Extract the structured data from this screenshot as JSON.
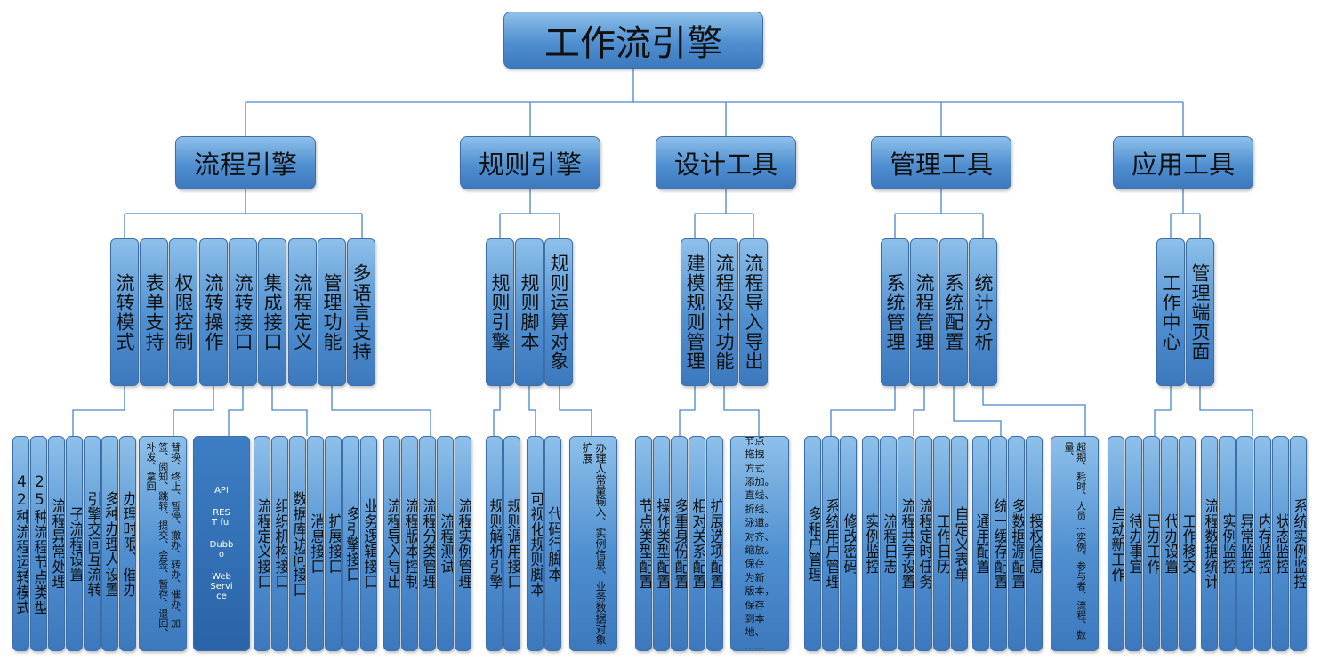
{
  "root": "工作流引擎",
  "categories": [
    "流程引擎",
    "规则引擎",
    "设计工具",
    "管理工具",
    "应用工具"
  ],
  "flow_engine": {
    "modules": [
      "流转模式",
      "表单支持",
      "权限控制",
      "流转操作",
      "流转接口",
      "集成接口",
      "流程定义",
      "管理功能",
      "多语言支持"
    ],
    "transfer_mode_items": [
      "42种流程运转模式",
      "25种流程节点类型",
      "流程异常处理",
      "子流程设置",
      "引擎交间互流转",
      "多种办理人设置",
      "办理时限、催办"
    ],
    "transfer_ops_desc": "替换、终止、暂停、撤办、转办、催办、加签、阅知、跳转、提交、会签、暂存、退回、补发、拿回",
    "api_items": [
      "API",
      "RES\nT ful",
      "Dubb\no",
      "Web\nServi\nce"
    ],
    "integration_items": [
      "流程定义接口",
      "组织机构接口",
      "数据库访问接口",
      "消息接口",
      "扩展接口",
      "多引擎接口",
      "业务逻辑接口"
    ],
    "management_items": [
      "流程导入导出",
      "流程版本控制",
      "流程分类管理",
      "流程测试",
      "流程实例管理"
    ]
  },
  "rule_engine": {
    "modules": [
      "规则引擎",
      "规则脚本",
      "规则运算对象"
    ],
    "items": [
      "规则解析引擎",
      "规则调用接口",
      "可视化规则脚本",
      "代码行脚本"
    ],
    "operand_desc": "办理人常量输入、实例信息、业务数据对象扩展"
  },
  "design_tools": {
    "modules": [
      "建模规则管理",
      "流程设计功能",
      "流程导入导出"
    ],
    "items": [
      "节点类型配置",
      "操作类型配置",
      "多重身份配置",
      "相对关系配置",
      "扩展选项配置"
    ],
    "design_desc": "节点\n拖拽\n方式\n添加。\n直线、\n折线、\n泳道。\n对齐、\n缩放。\n保存\n为新\n版本，\n保存\n到本\n地、\n……"
  },
  "management_tools": {
    "modules": [
      "系统管理",
      "流程管理",
      "系统配置",
      "统计分析"
    ],
    "system_mgmt_items": [
      "多租户管理",
      "系统用户管理",
      "修改密码"
    ],
    "process_mgmt_items": [
      "实例监控",
      "流程日志",
      "流程共享设置",
      "流程定时任务",
      "工作日历",
      "自定义表单"
    ],
    "config_items": [
      "通用配置",
      "统一缓存配置",
      "多数据源配置",
      "授权信息"
    ],
    "stats_desc": "超期、耗时、人员…实例、参与者、流程、数量、"
  },
  "app_tools": {
    "modules": [
      "工作中心",
      "管理端页面"
    ],
    "work_center_items": [
      "启动新工作",
      "待办事宜",
      "已办工作",
      "代办设置",
      "工作移交"
    ],
    "admin_items": [
      "流程数据统计",
      "实例监控",
      "异常监控",
      "内存监控",
      "状态监控",
      "系统实例监控"
    ]
  }
}
